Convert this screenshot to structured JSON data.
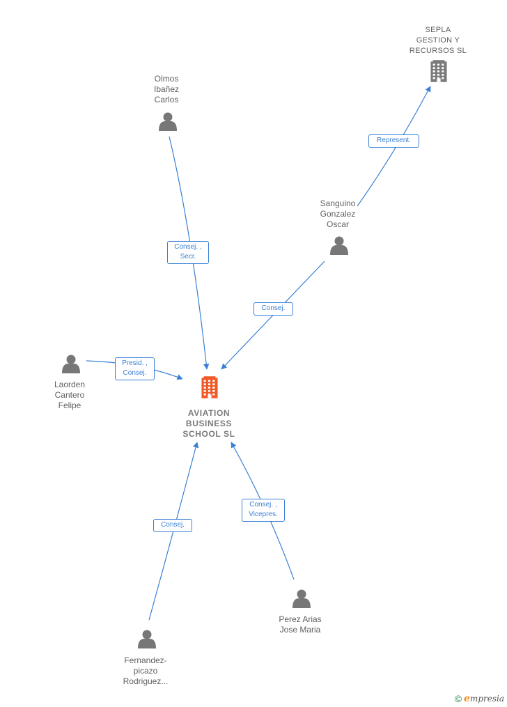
{
  "colors": {
    "edge": "#3a7fd5",
    "person_icon": "#777777",
    "company_center_icon": "#f05a28",
    "company_icon": "#7a7a7a"
  },
  "center": {
    "name_lines": [
      "AVIATION",
      "BUSINESS",
      "SCHOOL SL"
    ],
    "icon": "building-icon"
  },
  "nodes": [
    {
      "id": "olmos",
      "type": "person",
      "name_lines": [
        "Olmos",
        "Ibañez",
        "Carlos"
      ],
      "icon": "person-icon"
    },
    {
      "id": "sepla",
      "type": "company",
      "name_lines": [
        "SEPLA",
        "GESTION Y",
        "RECURSOS  SL"
      ],
      "icon": "building-icon"
    },
    {
      "id": "sanguino",
      "type": "person",
      "name_lines": [
        "Sanguino",
        "Gonzalez",
        "Oscar"
      ],
      "icon": "person-icon"
    },
    {
      "id": "laorden",
      "type": "person",
      "name_lines": [
        "Laorden",
        "Cantero",
        "Felipe"
      ],
      "icon": "person-icon"
    },
    {
      "id": "fernandez",
      "type": "person",
      "name_lines": [
        "Fernandez-",
        "picazo",
        "Rodriguez..."
      ],
      "icon": "person-icon"
    },
    {
      "id": "perez",
      "type": "person",
      "name_lines": [
        "Perez Arias",
        "Jose Maria"
      ],
      "icon": "person-icon"
    }
  ],
  "edges": [
    {
      "from": "olmos",
      "to": "center",
      "label_lines": [
        "Consej. ,",
        "Secr."
      ]
    },
    {
      "from": "sanguino",
      "to": "sepla",
      "label_lines": [
        "Represent."
      ]
    },
    {
      "from": "sanguino",
      "to": "center",
      "label_lines": [
        "Consej."
      ]
    },
    {
      "from": "laorden",
      "to": "center",
      "label_lines": [
        "Presid. ,",
        "Consej."
      ]
    },
    {
      "from": "fernandez",
      "to": "center",
      "label_lines": [
        "Consej."
      ]
    },
    {
      "from": "perez",
      "to": "center",
      "label_lines": [
        "Consej. ,",
        "Vicepres."
      ]
    }
  ],
  "footer": {
    "copyright": "©",
    "brand_initial": "e",
    "brand_rest": "mpresia"
  }
}
